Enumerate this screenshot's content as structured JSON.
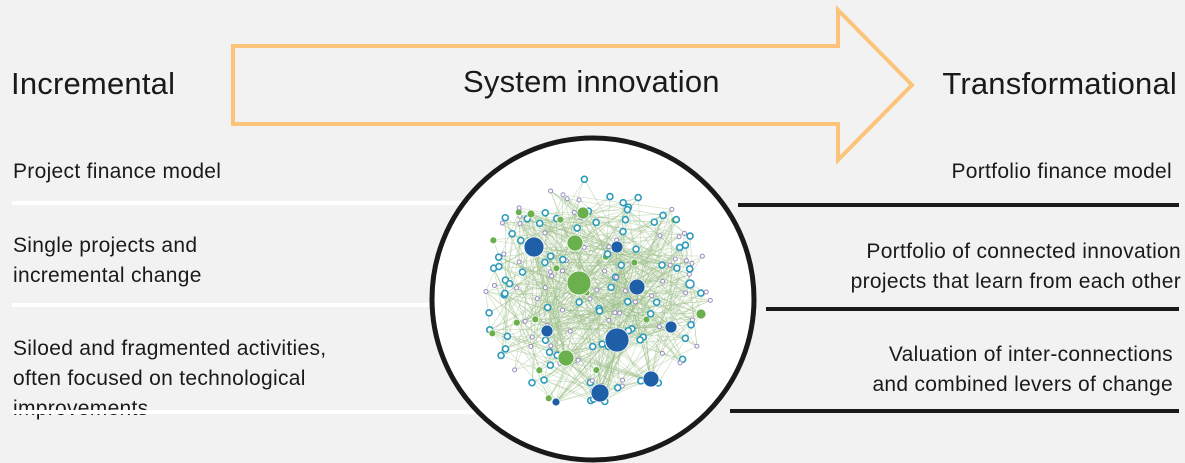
{
  "arrow": {
    "label": "System innovation",
    "color": "#fbc47a"
  },
  "left": {
    "heading": "Incremental",
    "rows": [
      {
        "lines": [
          "Project finance model"
        ]
      },
      {
        "lines": [
          "Single projects and",
          "incremental change"
        ]
      },
      {
        "lines": [
          "Siloed and fragmented activities,",
          "often focused on technological",
          "improvements"
        ]
      }
    ]
  },
  "right": {
    "heading": "Transformational",
    "rows": [
      {
        "lines": [
          "Portfolio finance model"
        ]
      },
      {
        "lines": [
          "Portfolio of connected innovation",
          "projects that learn from each other"
        ]
      },
      {
        "lines": [
          "Valuation of inter-connections",
          "and combined levers of change"
        ]
      }
    ]
  },
  "network": {
    "colors": {
      "blue": "#1f5fa8",
      "teal": "#2e9bbd",
      "green": "#6ab04c",
      "purple": "#9a8cc2",
      "edge": "#9dbf8a",
      "circle_border": "#1a1a1a",
      "background": "#ffffff"
    },
    "icons": [
      "network-graph-icon"
    ]
  }
}
